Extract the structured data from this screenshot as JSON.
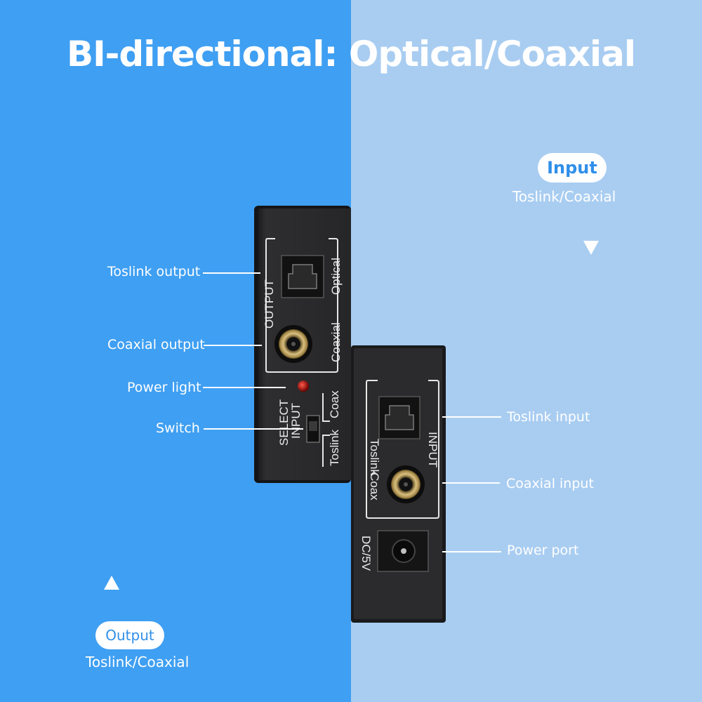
{
  "title": "BI-directional: Optical/Coaxial",
  "input": {
    "label": "Input",
    "subtitle": "Toslink/Coaxial"
  },
  "output": {
    "label": "Output",
    "subtitle": "Toslink/Coaxial"
  },
  "callouts": {
    "toslink_output": "Toslink output",
    "coaxial_output": "Coaxial output",
    "power_light": "Power light",
    "switch": "Switch",
    "toslink_input": "Toslink input",
    "coaxial_input": "Coaxial input",
    "power_port": "Power port"
  },
  "device_left": {
    "output": "OUTPUT",
    "optical": "Optical",
    "coaxial": "Coaxial",
    "select": "SELECT",
    "input": "INPUT",
    "coax": "Coax",
    "toslink": "Toslink"
  },
  "device_right": {
    "toslink": "Toslink",
    "input": "INPUT",
    "coax": "Coax",
    "dc": "DC/5V"
  },
  "colors": {
    "left_bg": "#3f9ff2",
    "right_bg": "#a9cdf1",
    "device": "#2b2b2d",
    "led": "#b00000"
  }
}
